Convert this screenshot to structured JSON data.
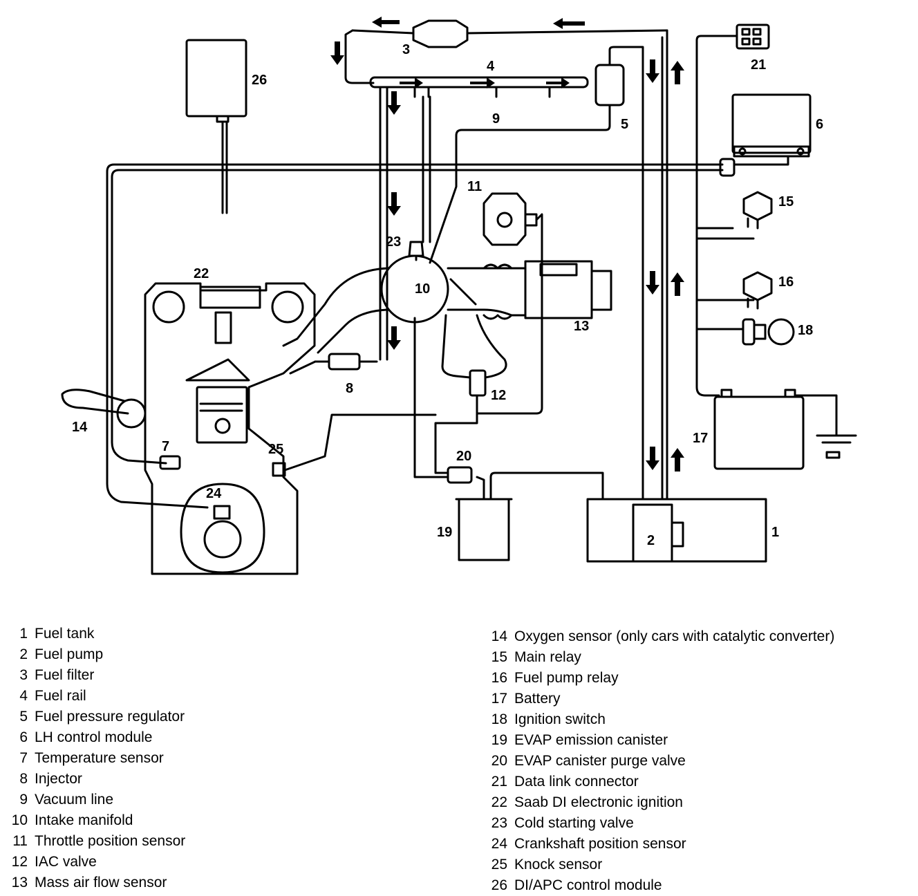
{
  "diagram": {
    "callouts": [
      "1",
      "2",
      "3",
      "4",
      "5",
      "6",
      "7",
      "8",
      "9",
      "10",
      "11",
      "12",
      "13",
      "14",
      "15",
      "16",
      "17",
      "18",
      "19",
      "20",
      "21",
      "22",
      "23",
      "24",
      "25",
      "26"
    ]
  },
  "legend": {
    "left": [
      {
        "num": "1",
        "label": "Fuel tank"
      },
      {
        "num": "2",
        "label": "Fuel pump"
      },
      {
        "num": "3",
        "label": "Fuel filter"
      },
      {
        "num": "4",
        "label": "Fuel rail"
      },
      {
        "num": "5",
        "label": "Fuel pressure regulator"
      },
      {
        "num": "6",
        "label": "LH control module"
      },
      {
        "num": "7",
        "label": "Temperature sensor"
      },
      {
        "num": "8",
        "label": "Injector"
      },
      {
        "num": "9",
        "label": "Vacuum line"
      },
      {
        "num": "10",
        "label": "Intake manifold"
      },
      {
        "num": "11",
        "label": "Throttle position sensor"
      },
      {
        "num": "12",
        "label": "IAC valve"
      },
      {
        "num": "13",
        "label": "Mass air flow sensor"
      }
    ],
    "right": [
      {
        "num": "14",
        "label": "Oxygen sensor (only cars with catalytic converter)"
      },
      {
        "num": "15",
        "label": "Main relay"
      },
      {
        "num": "16",
        "label": "Fuel pump relay"
      },
      {
        "num": "17",
        "label": "Battery"
      },
      {
        "num": "18",
        "label": "Ignition switch"
      },
      {
        "num": "19",
        "label": "EVAP emission canister"
      },
      {
        "num": "20",
        "label": "EVAP canister purge valve"
      },
      {
        "num": "21",
        "label": "Data link connector"
      },
      {
        "num": "22",
        "label": "Saab DI electronic ignition"
      },
      {
        "num": "23",
        "label": "Cold starting valve"
      },
      {
        "num": "24",
        "label": "Crankshaft position sensor"
      },
      {
        "num": "25",
        "label": "Knock sensor"
      },
      {
        "num": "26",
        "label": "DI/APC control module"
      }
    ]
  }
}
